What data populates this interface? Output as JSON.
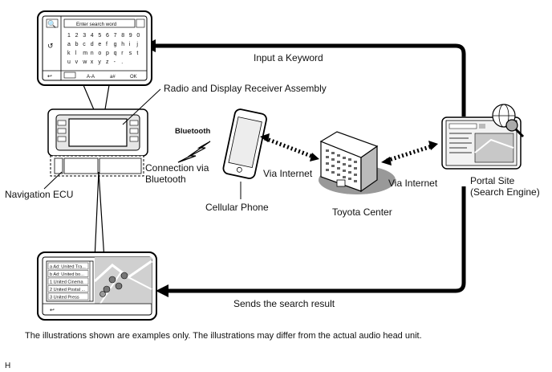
{
  "labels": {
    "input_keyword": "Input a Keyword",
    "receiver": "Radio and Display Receiver Assembly",
    "bluetooth_logo": "Bluetooth",
    "connection_line1": "Connection via",
    "connection_line2": "Bluetooth",
    "via_internet_left": "Via Internet",
    "via_internet_right": "Via Internet",
    "navigation_ecu": "Navigation ECU",
    "cellular_phone": "Cellular Phone",
    "toyota_center": "Toyota Center",
    "portal_line1": "Portal Site",
    "portal_line2": "(Search Engine)",
    "sends_result": "Sends the search result",
    "footnote": "The illustrations shown are examples only. The illustrations may differ from the actual audio head unit.",
    "corner_code": "H"
  },
  "keyboard_screen": {
    "search_placeholder": "Enter search word",
    "rows": [
      [
        "1",
        "2",
        "3",
        "4",
        "5",
        "6",
        "7",
        "8",
        "9",
        "0"
      ],
      [
        "a",
        "b",
        "c",
        "d",
        "e",
        "f",
        "g",
        "h",
        "i",
        "j"
      ],
      [
        "k",
        "l",
        "m",
        "n",
        "o",
        "p",
        "q",
        "r",
        "s",
        "t"
      ],
      [
        "u",
        "v",
        "w",
        "x",
        "y",
        "z",
        "-",
        ".",
        "",
        ""
      ]
    ],
    "bottom_keys": [
      "A-A",
      "a#",
      "OK"
    ]
  },
  "result_screen": {
    "items": [
      "a Ad: United Tra...",
      "b Ad: United bo...",
      "1 United Cinema",
      "2 United Postal ...",
      "3 United Press"
    ]
  }
}
